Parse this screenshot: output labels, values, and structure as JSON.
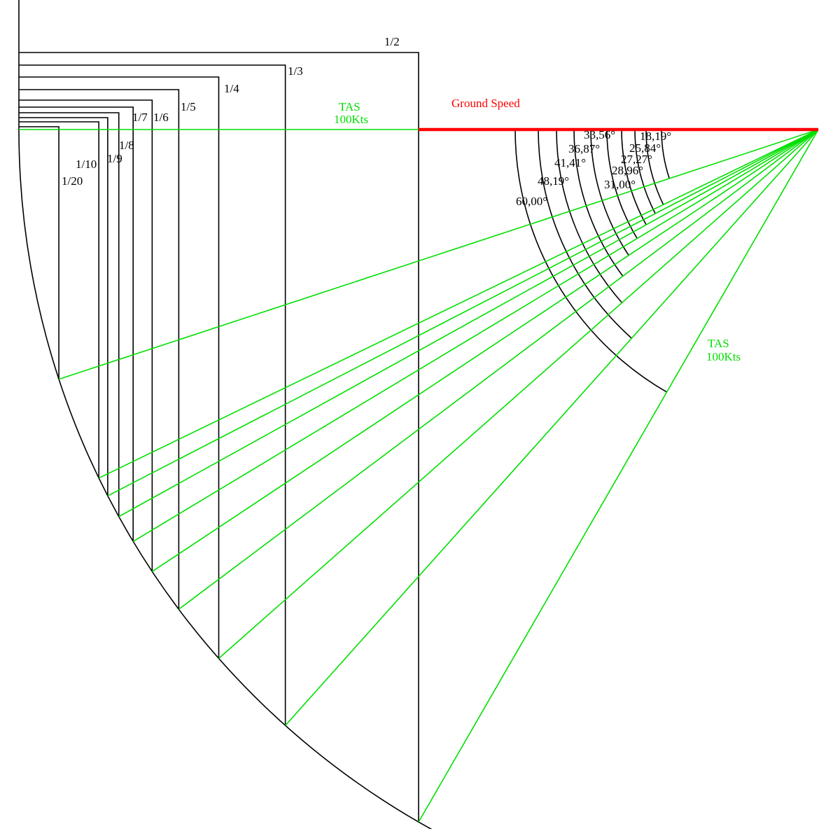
{
  "colors": {
    "black": "#000000",
    "green": "#00e000",
    "red": "#ff0000",
    "background": "#ffffff"
  },
  "ratios": [
    {
      "label": "1/2",
      "value": 0.5
    },
    {
      "label": "1/3",
      "value": 0.3333
    },
    {
      "label": "1/4",
      "value": 0.25
    },
    {
      "label": "1/5",
      "value": 0.2
    },
    {
      "label": "1/6",
      "value": 0.1667
    },
    {
      "label": "1/7",
      "value": 0.1429
    },
    {
      "label": "1/8",
      "value": 0.125
    },
    {
      "label": "1/9",
      "value": 0.1111
    },
    {
      "label": "1/10",
      "value": 0.1
    },
    {
      "label": "1/20",
      "value": 0.05
    }
  ],
  "angles": [
    "60,00°",
    "48,19°",
    "41,41°",
    "36,87°",
    "33,56°",
    "31,00°",
    "28,96°",
    "27,27°",
    "25,84°",
    "18,19°"
  ],
  "labels": {
    "tas_top_line1": "TAS",
    "tas_top_line2": "100Kts",
    "ground_speed": "Ground Speed",
    "tas_right_line1": "TAS",
    "tas_right_line2": "100Kts"
  }
}
